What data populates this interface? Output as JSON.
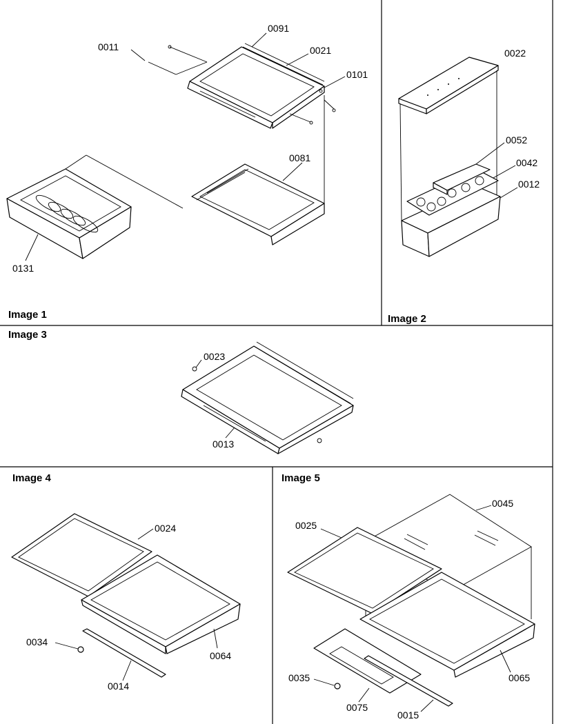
{
  "panels": [
    {
      "title": "Image 1"
    },
    {
      "title": "Image 2"
    },
    {
      "title": "Image 3"
    },
    {
      "title": "Image 4"
    },
    {
      "title": "Image 5"
    }
  ],
  "callouts": {
    "p0011": "0011",
    "p0091": "0091",
    "p0021": "0021",
    "p0101": "0101",
    "p0081": "0081",
    "p0131": "0131",
    "p0022": "0022",
    "p0052": "0052",
    "p0042": "0042",
    "p0012": "0012",
    "p0023": "0023",
    "p0013": "0013",
    "p0024": "0024",
    "p0034": "0034",
    "p0064": "0064",
    "p0014": "0014",
    "p0025": "0025",
    "p0045": "0045",
    "p0035": "0035",
    "p0075": "0075",
    "p0015": "0015",
    "p0065": "0065"
  }
}
